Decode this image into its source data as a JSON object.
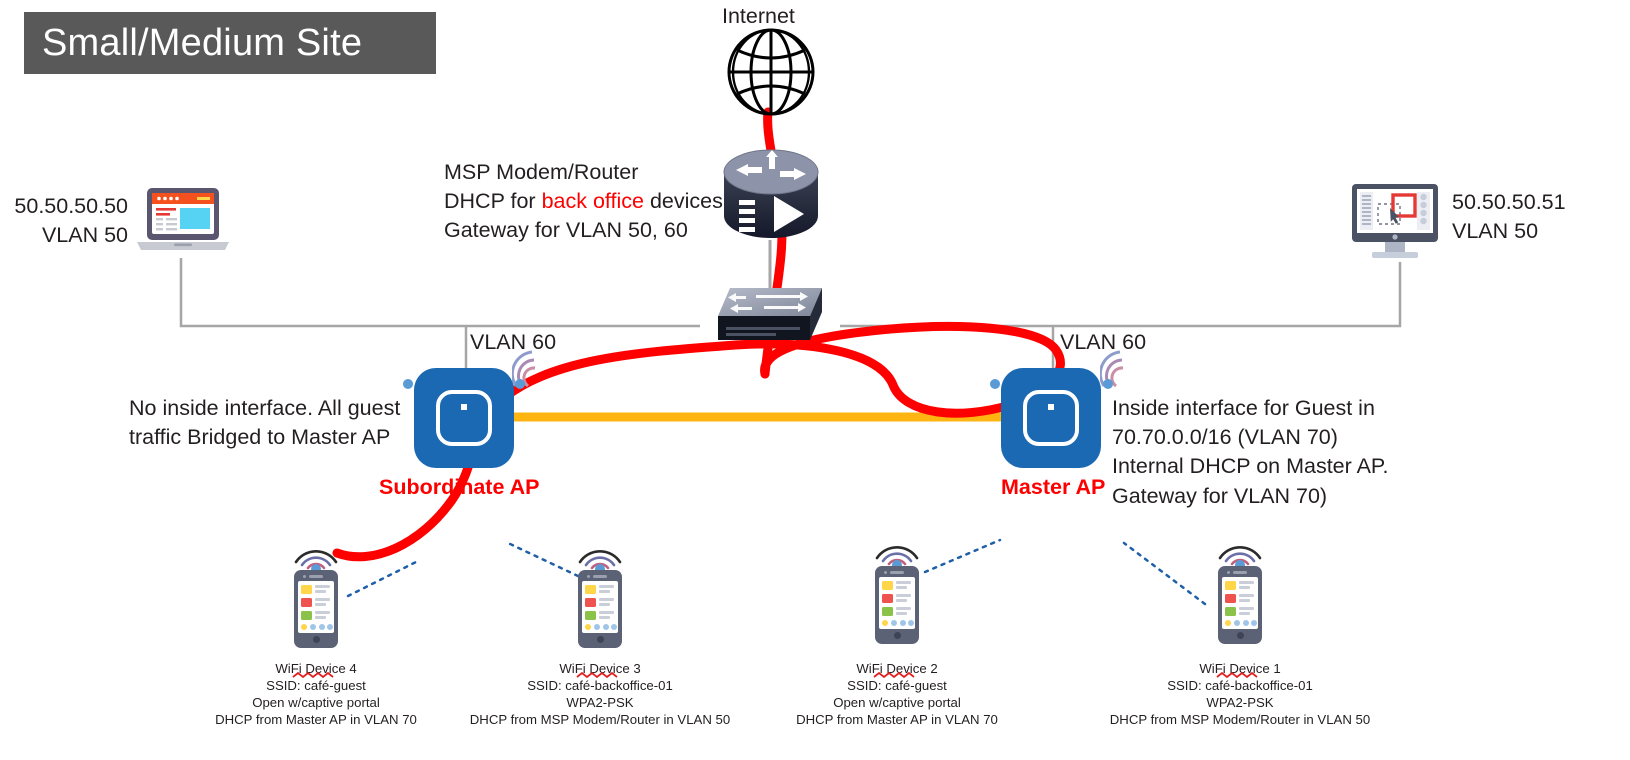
{
  "title": {
    "text": "Small/Medium Site"
  },
  "colors": {
    "banner_bg": "#595959",
    "accent_red": "#ff0000",
    "ap_blue": "#1b68b3",
    "trunk_orange": "#ffb511",
    "wire_gray": "#a6a6a6"
  },
  "nodes": {
    "internet": {
      "label": "Internet",
      "icon": "globe-icon"
    },
    "router": {
      "icon": "router-icon",
      "line1": "MSP Modem/Router",
      "line2_a": "DHCP for ",
      "line2_b": "back office",
      "line2_c": " devices",
      "line3": "Gateway for VLAN 50, 60"
    },
    "switch": {
      "icon": "switch-icon"
    },
    "laptop": {
      "icon": "laptop-icon",
      "ip": "50.50.50.50",
      "vlan": "VLAN 50"
    },
    "monitor": {
      "icon": "desktop-monitor-icon",
      "ip": "50.50.50.51",
      "vlan": "VLAN 50"
    },
    "subordinate_ap": {
      "name": "Subordinate AP",
      "icon": "access-point-icon",
      "vlan_tag": "VLAN 60",
      "note_line1": "No inside interface. All guest",
      "note_line2": "traffic Bridged to Master AP"
    },
    "master_ap": {
      "name": "Master AP",
      "icon": "access-point-icon",
      "vlan_tag": "VLAN 60",
      "note_line1": "Inside interface for Guest in",
      "note_line2": "70.70.0.0/16 (VLAN 70)",
      "note_line3": "Internal DHCP on Master AP.",
      "note_line4": "Gateway for VLAN 70)"
    }
  },
  "wifi_devices": [
    {
      "name": "WiFi Device 4",
      "ssid": "SSID: café-guest",
      "security": "Open w/captive portal",
      "dhcp": "DHCP from Master AP in VLAN 70"
    },
    {
      "name": "WiFi Device 3",
      "ssid": "SSID: café-backoffice-01",
      "security": "WPA2-PSK",
      "dhcp": "DHCP from MSP Modem/Router in VLAN 50"
    },
    {
      "name": "WiFi Device 2",
      "ssid": "SSID: café-guest",
      "security": "Open w/captive portal",
      "dhcp": "DHCP from Master AP in VLAN 70"
    },
    {
      "name": "WiFi Device 1",
      "ssid": "SSID: café-backoffice-01",
      "security": "WPA2-PSK",
      "dhcp": "DHCP from MSP Modem/Router in VLAN 50"
    }
  ]
}
